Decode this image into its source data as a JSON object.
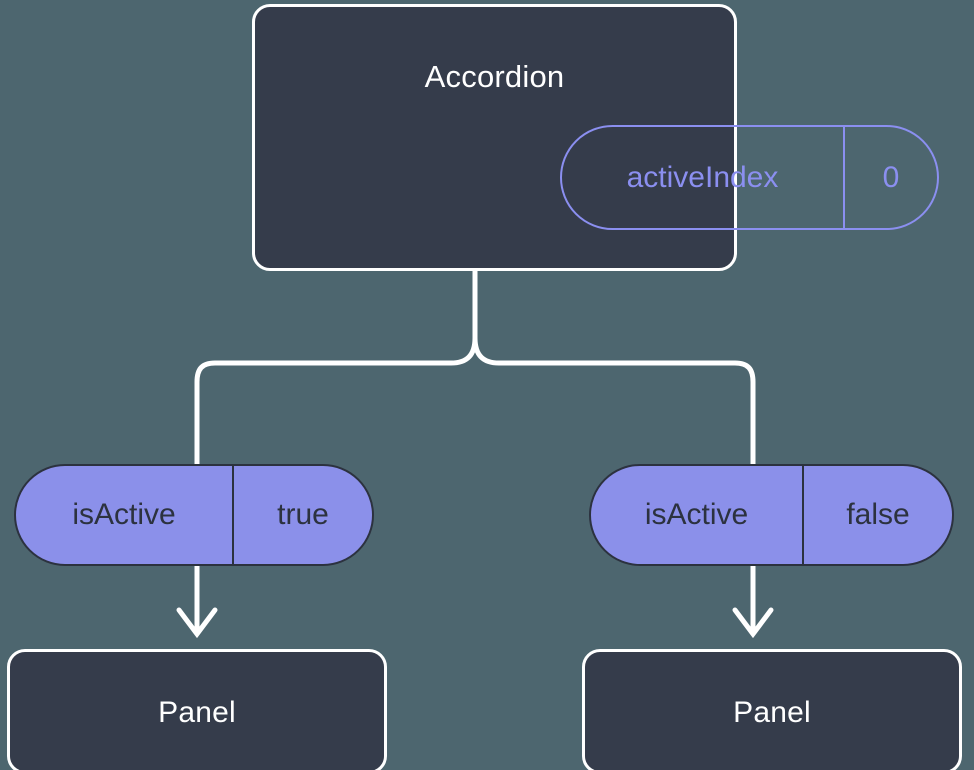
{
  "diagram": {
    "title_node": {
      "label": "Accordion",
      "prop": {
        "key": "activeIndex",
        "value": "0"
      }
    },
    "branches": [
      {
        "side": "left",
        "prop": {
          "key": "isActive",
          "value": "true"
        },
        "child_label": "Panel"
      },
      {
        "side": "right",
        "prop": {
          "key": "isActive",
          "value": "false"
        },
        "child_label": "Panel"
      }
    ],
    "colors": {
      "background": "#4d666f",
      "node_fill": "#353c4b",
      "node_border": "#ffffff",
      "accent_purple": "#8b8ff0",
      "pill_fill": "#8b90ea",
      "pill_border": "#2c323f",
      "connector": "#ffffff"
    }
  }
}
